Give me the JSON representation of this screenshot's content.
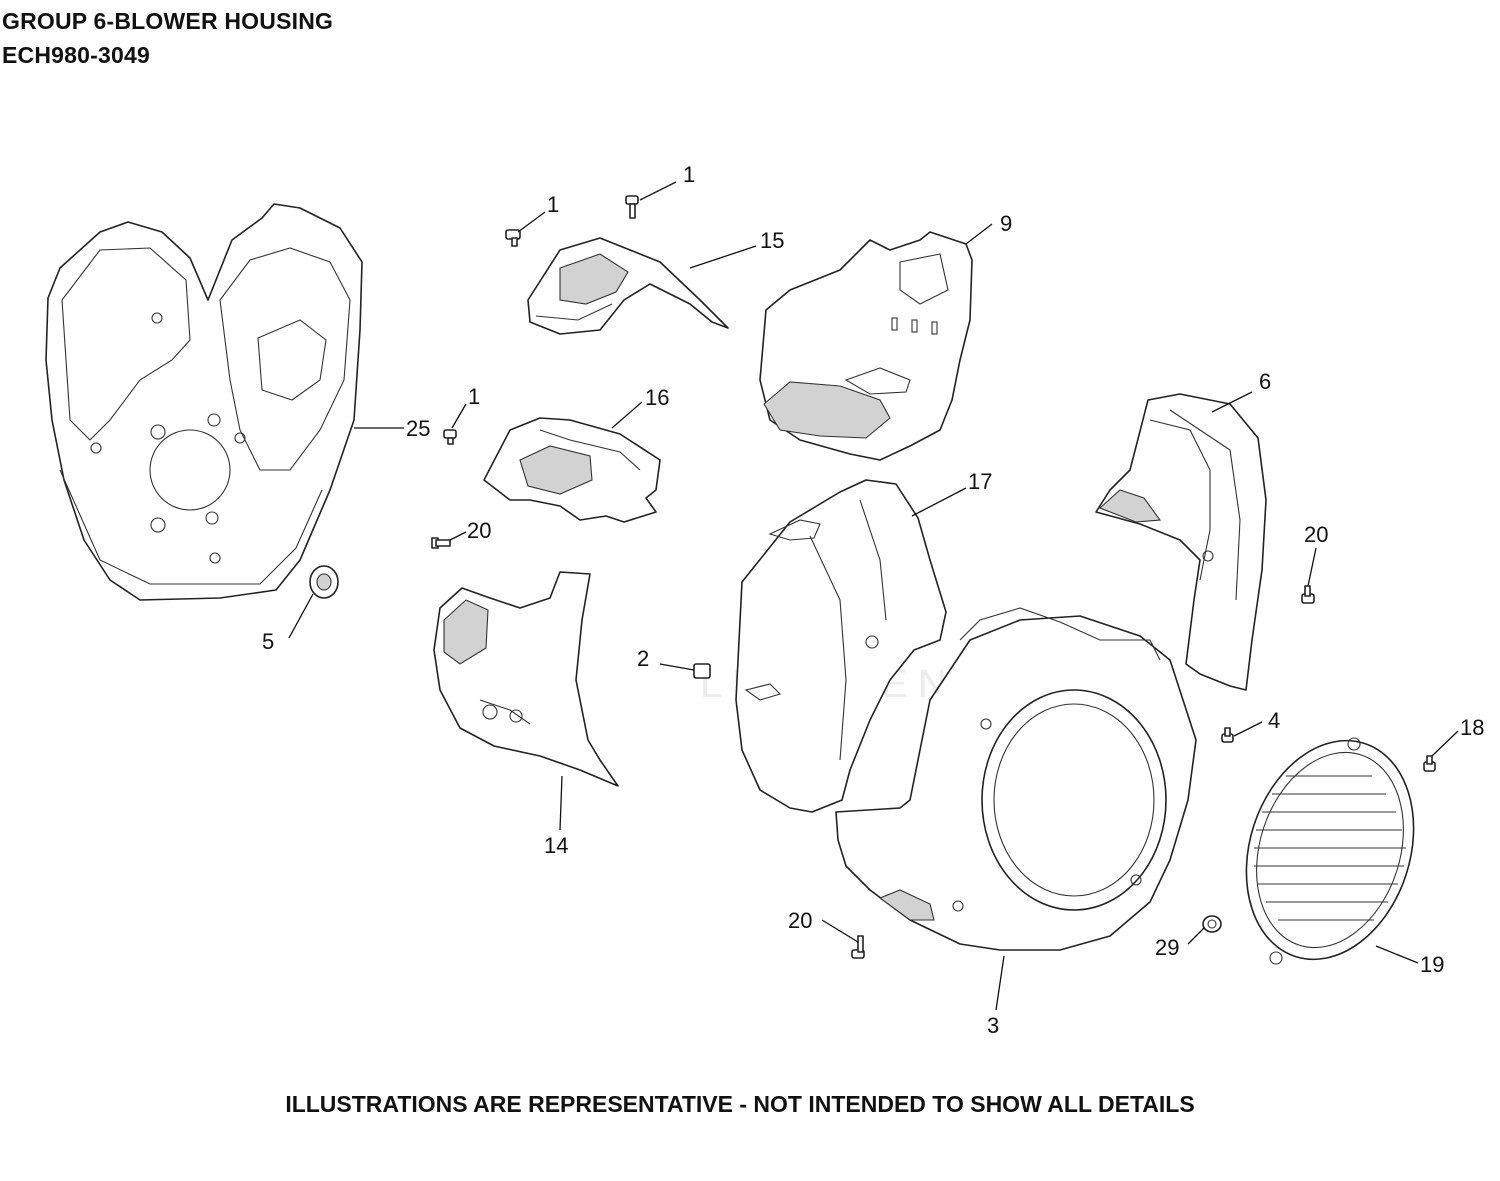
{
  "header": {
    "title": "GROUP 6-BLOWER HOUSING",
    "model": "ECH980-3049"
  },
  "footer": {
    "disclaimer": "ILLUSTRATIONS ARE REPRESENTATIVE - NOT INTENDED TO SHOW ALL DETAILS"
  },
  "watermark": "LEADVENTURE",
  "callouts": [
    {
      "id": "c1a",
      "label": "1"
    },
    {
      "id": "c1b",
      "label": "1"
    },
    {
      "id": "c1c",
      "label": "1"
    },
    {
      "id": "c2",
      "label": "2"
    },
    {
      "id": "c3",
      "label": "3"
    },
    {
      "id": "c4",
      "label": "4"
    },
    {
      "id": "c5",
      "label": "5"
    },
    {
      "id": "c6",
      "label": "6"
    },
    {
      "id": "c9",
      "label": "9"
    },
    {
      "id": "c14",
      "label": "14"
    },
    {
      "id": "c15",
      "label": "15"
    },
    {
      "id": "c16",
      "label": "16"
    },
    {
      "id": "c17",
      "label": "17"
    },
    {
      "id": "c18",
      "label": "18"
    },
    {
      "id": "c19",
      "label": "19"
    },
    {
      "id": "c20a",
      "label": "20"
    },
    {
      "id": "c20b",
      "label": "20"
    },
    {
      "id": "c20c",
      "label": "20"
    },
    {
      "id": "c25",
      "label": "25"
    },
    {
      "id": "c29",
      "label": "29"
    }
  ]
}
